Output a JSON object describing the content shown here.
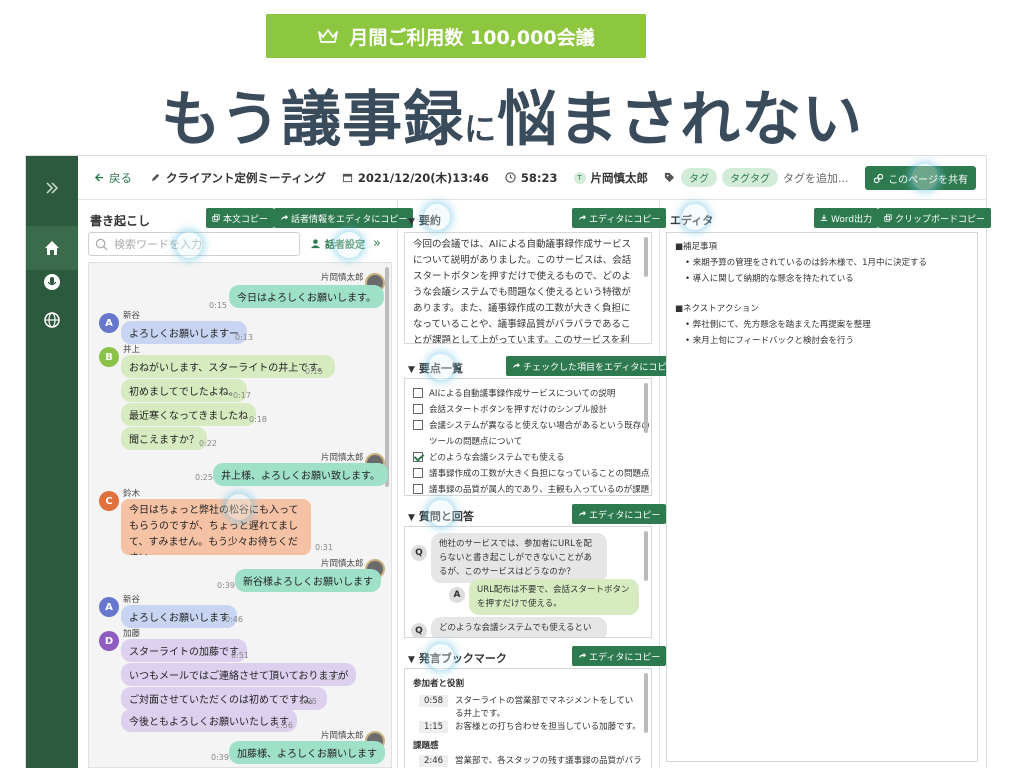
{
  "hero": {
    "badge": "月間ご利用数 100,000会議",
    "title_part1": "もう議事録",
    "title_small": "に",
    "title_part2": "悩まされない"
  },
  "topbar": {
    "back": "戻る",
    "meeting_title": "クライアント定例ミーティング",
    "datetime": "2021/12/20(木)13:46",
    "duration": "58:23",
    "owner": "片岡慎太郎",
    "owner_initial": "T",
    "tags": [
      "タグ",
      "タグタグ"
    ],
    "tag_add": "タグを追加...",
    "share": "このページを共有"
  },
  "transcript": {
    "title": "書き起こし",
    "copy_text": "本文コピー",
    "copy_speaker": "話者情報をエディタにコピー",
    "search_placeholder": "検索ワードを入力",
    "speaker_settings": "話者設定",
    "messages": [
      {
        "speaker": "片岡慎太郎",
        "text": "今日はよろしくお願いします。",
        "time": "0:15"
      },
      {
        "speaker": "新谷",
        "initial": "A",
        "text": "よろしくお願いしますー",
        "time": "0:13"
      },
      {
        "speaker": "井上",
        "initial": "B",
        "text": "おねがいします、スターライトの井上です。",
        "time": "0:15"
      },
      {
        "text": "初めましてでしたよね。",
        "time": "0:17"
      },
      {
        "text": "最近寒くなってきましたね",
        "time": "0:18"
      },
      {
        "text": "聞こえますか？",
        "time": "0:22"
      },
      {
        "speaker": "片岡慎太郎",
        "text": "井上様、よろしくお願い致します。",
        "time": "0:25"
      },
      {
        "speaker": "鈴木",
        "initial": "C",
        "text": "今日はちょっと弊社の松谷にも入ってもらうのですが、ちょっと遅れてまして、すみません。もう少々お待ちください。",
        "time": "0:31"
      },
      {
        "speaker": "片岡慎太郎",
        "text": "新谷様よろしくお願いします",
        "time": "0:39"
      },
      {
        "speaker": "新谷",
        "initial": "A",
        "text": "よろしくお願いします",
        "time": "0:46"
      },
      {
        "speaker": "加藤",
        "initial": "D",
        "text": "スターライトの加藤です",
        "time": "0:51"
      },
      {
        "text": "いつもメールではご連絡させて頂いておりますが",
        "time": "1:17"
      },
      {
        "text": "ご対面させていただくのは初めてですね。",
        "time": "1:25"
      },
      {
        "text": "今後ともよろしくお願いいたします",
        "time": "1:56"
      },
      {
        "speaker": "片岡慎太郎",
        "text": "加藤様、よろしくお願いします",
        "time": "0:39"
      }
    ]
  },
  "summary": {
    "title": "要約",
    "copy": "エディタにコピー",
    "text": "今回の会議では、AIによる自動議事録作成サービスについて説明がありました。このサービスは、会話スタートボタンを押すだけで使えるもので、どのような会議システムでも問題なく使えるという特徴があります。また、議事録作成の工数が大きく負担になっていることや、議事録品質がバラバラであることが課題として上がっています。このサービスを利用することで、これらの課題を解決することができる理由として、次のような説明がありました。 1つ目は、各自の会議は自動的に書き起こされたうえで、AIが自"
  },
  "keypoints": {
    "title": "要点一覧",
    "copy": "チェックした項目をエディタにコピー",
    "items": [
      {
        "text": "AIによる自動議事録作成サービスについての説明",
        "checked": false
      },
      {
        "text": "会話スタートボタンを押すだけのシンプル設計",
        "checked": false
      },
      {
        "text": "会議システムが異なると使えない場合があるという既存の",
        "checked": false
      },
      {
        "text": "ツールの問題点について",
        "checked": false
      },
      {
        "text": "どのような会議システムでも使える",
        "checked": true
      },
      {
        "text": "議事録作成の工数が大きく負担になっていることの問題点",
        "checked": false
      },
      {
        "text": "議事録の品質が属人的であり、主観も入っているのが課題",
        "checked": false
      }
    ]
  },
  "qa": {
    "title": "質問と回答",
    "copy": "エディタにコピー",
    "q_label": "Q",
    "a_label": "A",
    "q1": "他社のサービスでは、参加者にURLを配らないと書き起こしができないことがあるが、このサービスはどうなのか？",
    "a1": "URL配布は不要で、会話スタートボタンを押すだけで使える。",
    "q2": "どのような会議システムでも使えるという"
  },
  "bookmarks": {
    "title": "発言ブックマーク",
    "copy": "エディタにコピー",
    "group1": "参加者と役割",
    "entries1": [
      {
        "time": "0:58",
        "text": "スターライトの営業部でマネジメントをしている井上です。"
      },
      {
        "time": "1:15",
        "text": "お客様との打ち合わせを担当している加藤です。"
      }
    ],
    "group2": "課題感",
    "entries2": [
      {
        "time": "2:46",
        "text": "営業部で、各スタッフの残す議事録の品質がバラバラ"
      }
    ]
  },
  "editor": {
    "title": "エディタ",
    "word_export": "Word出力",
    "clipboard": "クリップボードコピー",
    "section1": "■補足事項",
    "section1_items": [
      "来期予算の管理をされているのは鈴木様で、1月中に決定する",
      "導入に関して納期的な懸念を持たれている"
    ],
    "section2": "■ネクストアクション",
    "section2_items": [
      "弊社側にて、先方懸念を踏まえた再提案を整理",
      "来月上旬にフィードバックと検討会を行う"
    ]
  },
  "colors": {
    "brand_green": "#2d7a4f",
    "sidebar": "#2d5a3e",
    "badge": "#8dc63f",
    "title": "#3a4b5c"
  }
}
